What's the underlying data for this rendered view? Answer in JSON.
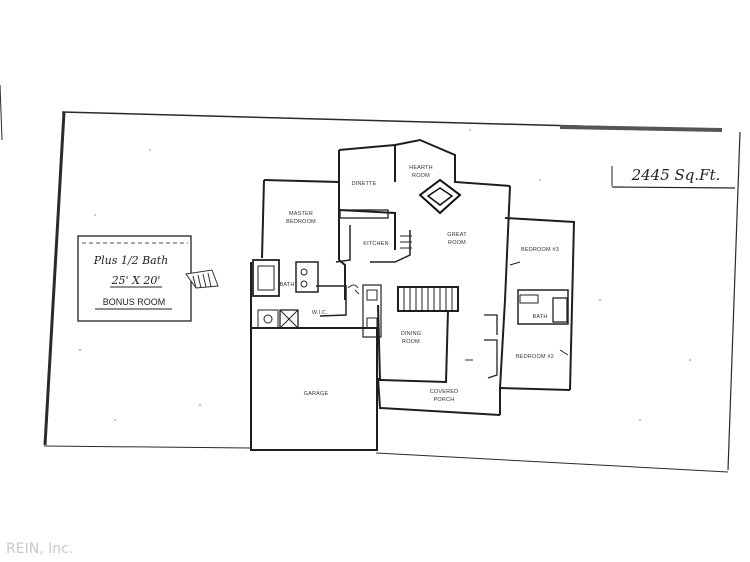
{
  "sheet": {
    "sqft_note": "2445 Sq.Ft."
  },
  "bonus_room": {
    "note": "Plus 1/2 Bath",
    "size": "25' X 20'",
    "name": "BONUS ROOM"
  },
  "rooms": {
    "master_bedroom": [
      "MASTER",
      "BEDROOM"
    ],
    "dinette": "DINETTE",
    "hearth_room": [
      "HEARTH",
      "ROOM"
    ],
    "kitchen": "KITCHEN",
    "great_room": [
      "GREAT",
      "ROOM"
    ],
    "bedroom_3": "BEDROOM #3",
    "bath_master": "BATH",
    "wic": "W.I.C.",
    "dining_room": [
      "DINING",
      "ROOM"
    ],
    "bath_2": "BATH",
    "bedroom_2": "BEDROOM #2",
    "garage": "GARAGE",
    "covered_porch": [
      "COVERED",
      "PORCH"
    ]
  },
  "watermark": "REIN, Inc."
}
